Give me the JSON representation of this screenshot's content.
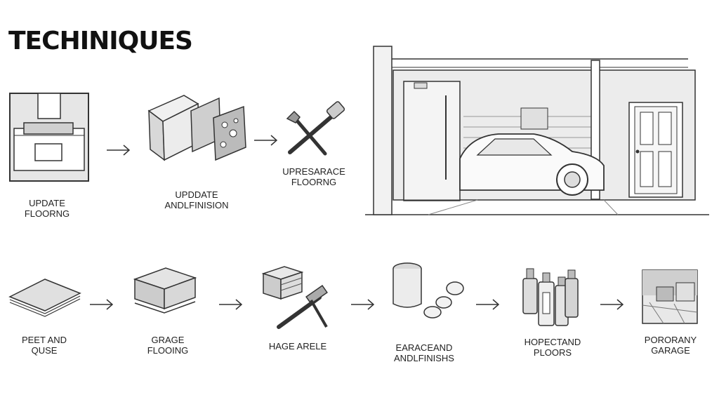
{
  "title": "TECHINIQUES",
  "row1": [
    {
      "line1": "UPDATE",
      "line2": "FLOORNG"
    },
    {
      "line1": "UPDDATE",
      "line2": "ANDLFINISION"
    },
    {
      "line1": "UPRESARACE",
      "line2": "FLOORNG"
    }
  ],
  "row2": [
    {
      "line1": "PEET AND",
      "line2": "QUSE"
    },
    {
      "line1": "GRAGE",
      "line2": "FLOOING"
    },
    {
      "line1": "HAGE ARELE",
      "line2": ""
    },
    {
      "line1": "EARACEAND",
      "line2": "ANDLFINISHS"
    },
    {
      "line1": "HOPECTAND",
      "line2": "PLOORS"
    },
    {
      "line1": "PORORANY",
      "line2": "GARAGE"
    }
  ],
  "icons": [
    "cabinet-icon",
    "panels-icon",
    "tools-icon",
    "garage-scene",
    "tile-stack-icon",
    "block-icon",
    "tile-hammer-icon",
    "roll-icon",
    "bottles-icon",
    "texture-icon"
  ]
}
